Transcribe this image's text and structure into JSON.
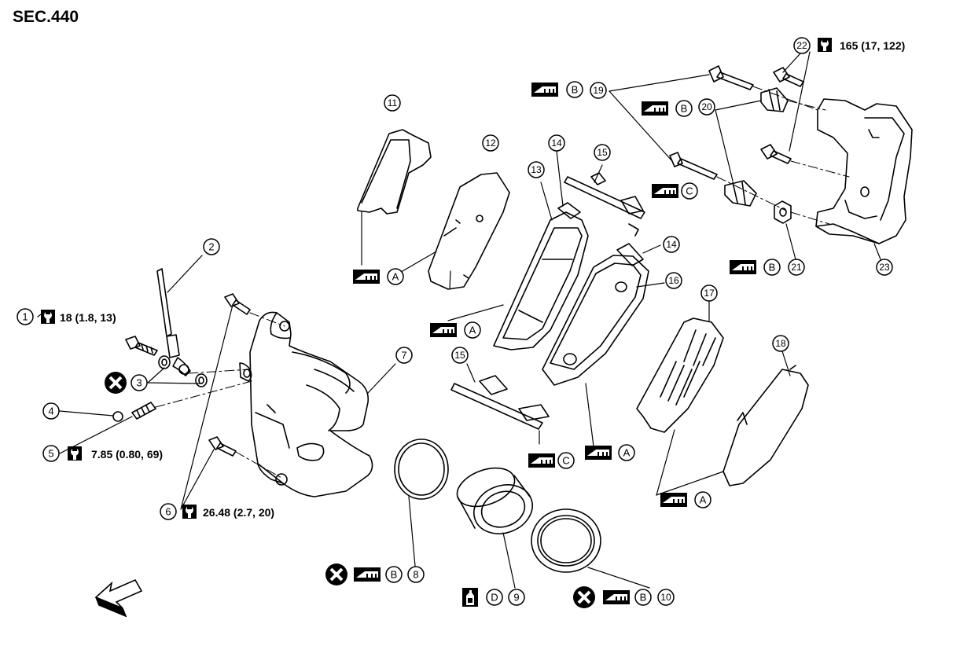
{
  "section": "SEC.440",
  "parts": [
    {
      "id": "1",
      "torque": "18 (1.8, 13)"
    },
    {
      "id": "2"
    },
    {
      "id": "3",
      "replace": true
    },
    {
      "id": "4"
    },
    {
      "id": "5",
      "torque": "7.85 (0.80, 69)"
    },
    {
      "id": "6",
      "torque": "26.48 (2.7, 20)"
    },
    {
      "id": "7"
    },
    {
      "id": "8",
      "replace": true,
      "lube": "B"
    },
    {
      "id": "9",
      "lube": "D"
    },
    {
      "id": "10",
      "replace": true,
      "lube": "B"
    },
    {
      "id": "11"
    },
    {
      "id": "12"
    },
    {
      "id": "13"
    },
    {
      "id": "14"
    },
    {
      "id": "15"
    },
    {
      "id": "16"
    },
    {
      "id": "17"
    },
    {
      "id": "18"
    },
    {
      "id": "19",
      "lube": "B"
    },
    {
      "id": "20",
      "lube": "B"
    },
    {
      "id": "21",
      "lube": "B"
    },
    {
      "id": "22",
      "torque": "165 (17, 122)"
    },
    {
      "id": "23"
    }
  ],
  "labels": {
    "n1": "1",
    "n2": "2",
    "n3": "3",
    "n4": "4",
    "n5": "5",
    "n6": "6",
    "n7": "7",
    "n8": "8",
    "n9": "9",
    "n10": "10",
    "n11": "11",
    "n12": "12",
    "n13": "13",
    "n14a": "14",
    "n14b": "14",
    "n15a": "15",
    "n15b": "15",
    "n16": "16",
    "n17": "17",
    "n18": "18",
    "n19": "19",
    "n20": "20",
    "n21": "21",
    "n22": "22",
    "n23": "23",
    "t1": "18 (1.8, 13)",
    "t5": "7.85 (0.80, 69)",
    "t6": "26.48 (2.7, 20)",
    "t22": "165 (17, 122)",
    "A": "A",
    "B": "B",
    "C": "C",
    "D": "D"
  },
  "icons": [
    "torque-wrench-icon",
    "replace-x-icon",
    "grease-icon",
    "brake-fluid-icon",
    "front-arrow-icon"
  ]
}
